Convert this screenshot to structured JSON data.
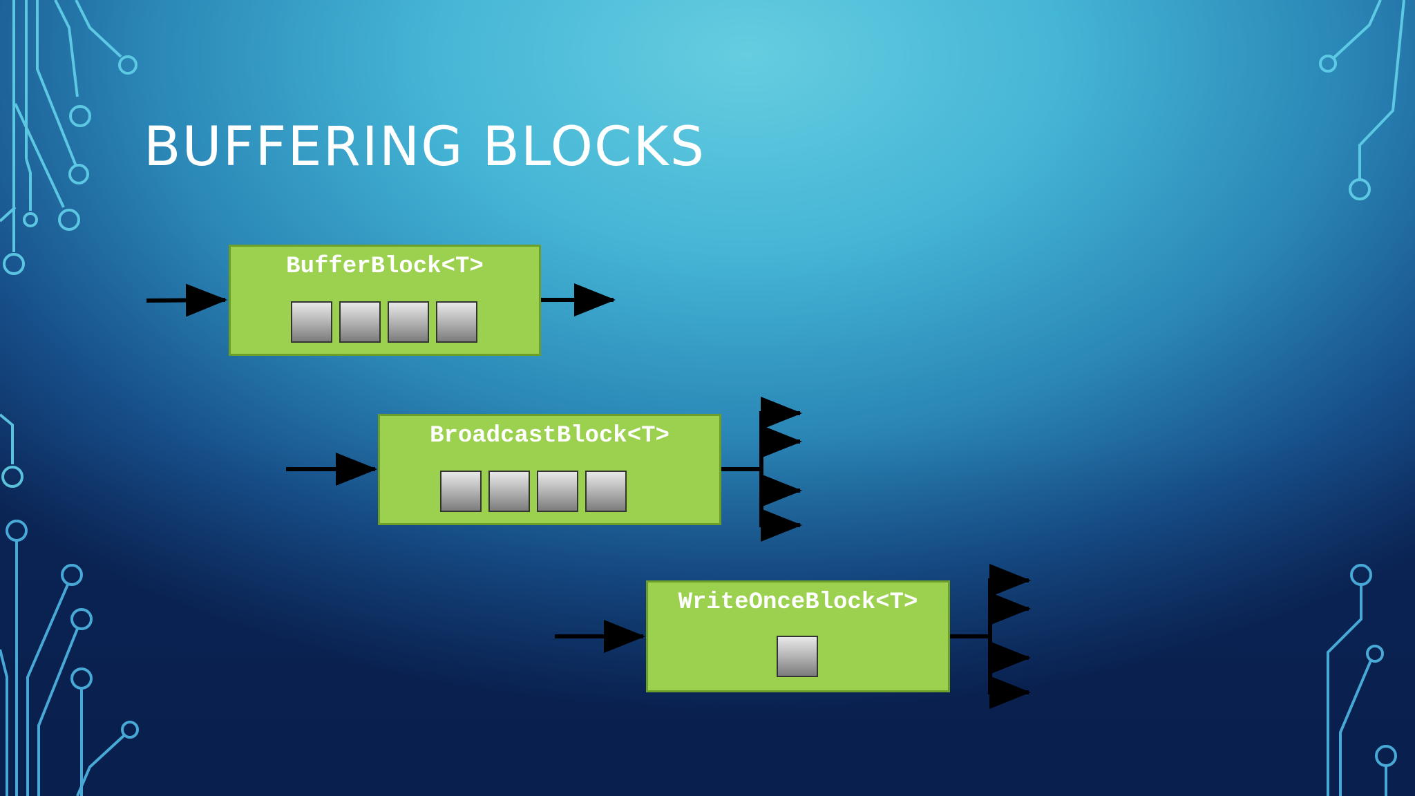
{
  "slide": {
    "title": "BUFFERING BLOCKS"
  },
  "diagram": {
    "blocks": [
      {
        "label": "BufferBlock<T>",
        "queue_cells": 4,
        "outputs": 1
      },
      {
        "label": "BroadcastBlock<T>",
        "queue_cells": 4,
        "outputs": 4
      },
      {
        "label": "WriteOnceBlock<T>",
        "queue_cells": 1,
        "outputs": 4
      }
    ]
  },
  "colors": {
    "block_fill": "#9bd14f",
    "block_border": "#6d9e2a",
    "arrow": "#000000",
    "circuit": "#5fd0ea",
    "title": "#ffffff"
  }
}
